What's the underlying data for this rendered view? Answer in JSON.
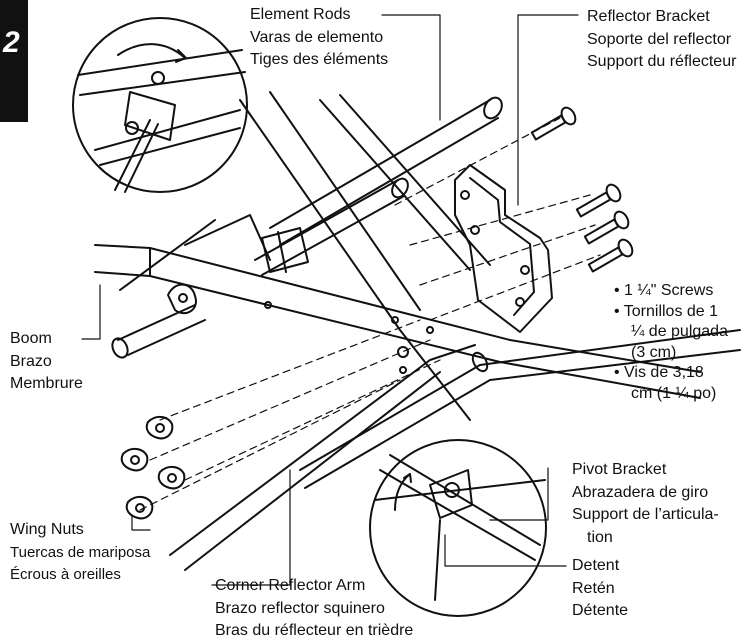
{
  "step_number": "2",
  "labels": {
    "element_rods": [
      "Element Rods",
      "Varas de elemento",
      "Tiges des éléments"
    ],
    "reflector_bracket": [
      "Reflector Bracket",
      "Soporte del reflector",
      "Support du réflecteur"
    ],
    "screws": [
      "• 1 ¼\" Screws",
      "• Tornillos de 1",
      "¼ de pulgada",
      "(3 cm)",
      "• Vis de 3,18",
      "cm (1 ¼ po)"
    ],
    "boom": [
      "Boom",
      "Brazo",
      "Membrure"
    ],
    "pivot_bracket": [
      "Pivot Bracket",
      "Abrazadera de giro",
      "Support de l’articula-",
      "tion"
    ],
    "detent": [
      "Detent",
      "Retén",
      "Détente"
    ],
    "wing_nuts": [
      "Wing Nuts",
      "Tuercas de mariposa",
      "Écrous à oreilles"
    ],
    "corner_reflector_arm": [
      "Corner Reflector Arm",
      "Brazo reflector squinero",
      "Bras du réflecteur en trièdre"
    ]
  },
  "colors": {
    "ink": "#111111",
    "paper": "#ffffff",
    "tab": "#111111"
  }
}
